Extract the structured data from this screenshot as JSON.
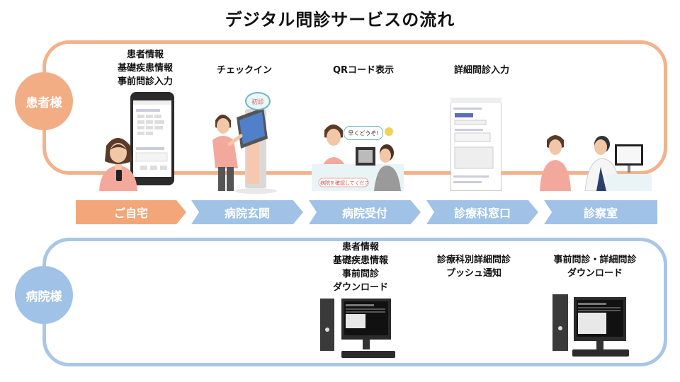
{
  "title": "デジタル問診サービスの流れ",
  "actors": {
    "patient": "患者様",
    "hospital": "病院様"
  },
  "patient_labels": {
    "home": "患者情報\n基礎疾患情報\n事前問診入力",
    "checkin": "チェックイン",
    "qr": "QRコード表示",
    "detail": "詳細問診入力"
  },
  "steps": [
    "ご自宅",
    "病院玄関",
    "病院受付",
    "診療科窓口",
    "診察室"
  ],
  "hospital_labels": {
    "download1": "患者情報\n基礎疾患情報\n事前問診\nダウンロード",
    "push": "診療科別詳細問診\nプッシュ通知",
    "download2": "事前問診・詳細問診\nダウンロード"
  },
  "kiosk_bubble": "初診",
  "speech_bubble": "早くどうぞ!",
  "desk_note": "病院を確認してください",
  "colors": {
    "patient": "#f3ad85",
    "hospital": "#9fc2e6"
  }
}
